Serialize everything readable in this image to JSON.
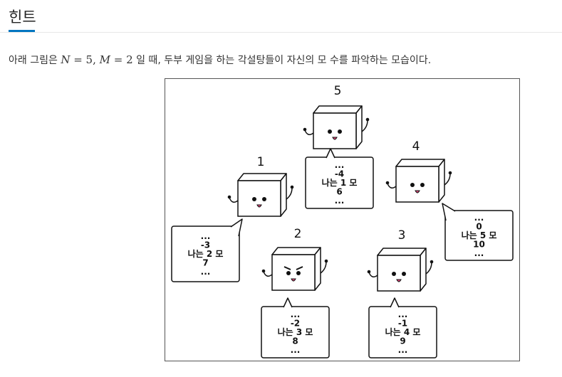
{
  "section": {
    "title": "힌트"
  },
  "description": {
    "before": "아래 그림은 ",
    "N": "N",
    "eq1": " = ",
    "n_value": "5",
    "comma": ", ",
    "M": "M",
    "eq2": " = ",
    "m_value": "2",
    "after": " 일 때, 두부 게임을 하는 각설탕들이 자신의 모 수를 파악하는 모습이다."
  },
  "figure": {
    "cubes": [
      {
        "label": "5",
        "lines": [
          "...",
          "-4",
          "나는 1 모",
          "6",
          "..."
        ]
      },
      {
        "label": "1",
        "lines": [
          "...",
          "-3",
          "나는 2 모",
          "7",
          "..."
        ]
      },
      {
        "label": "4",
        "lines": [
          "...",
          "0",
          "나는 5 모",
          "10",
          "..."
        ]
      },
      {
        "label": "2",
        "lines": [
          "...",
          "-2",
          "나는 3 모",
          "8",
          "..."
        ]
      },
      {
        "label": "3",
        "lines": [
          "...",
          "-1",
          "나는 4 모",
          "9",
          "..."
        ]
      }
    ]
  }
}
